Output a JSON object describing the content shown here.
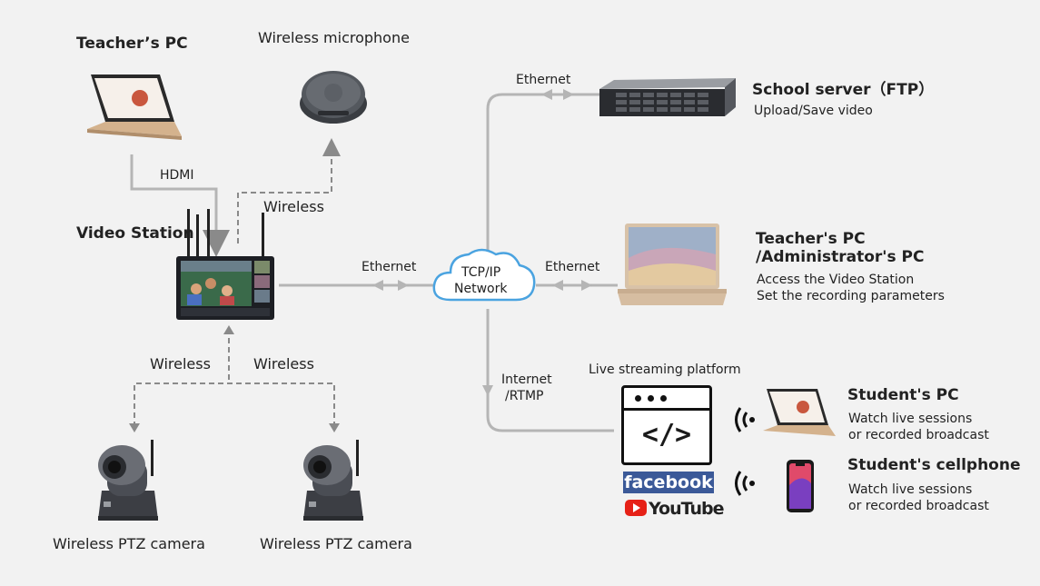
{
  "teacher_pc": {
    "title": "Teacher’s PC"
  },
  "microphone": {
    "title": "Wireless microphone"
  },
  "video_station": {
    "title": "Video Station"
  },
  "links": {
    "hdmi": "HDMI",
    "wireless_mic": "Wireless",
    "ethernet_station": "Ethernet",
    "ethernet_top": "Ethernet",
    "ethernet_admin": "Ethernet",
    "wireless_cam_left": "Wireless",
    "wireless_cam_right": "Wireless",
    "internet_line1": "Internet",
    "internet_line2": "/RTMP"
  },
  "cloud": {
    "line1": "TCP/IP",
    "line2": "Network"
  },
  "school_server": {
    "title": "School server（FTP）",
    "desc": "Upload/Save video"
  },
  "admin_pc": {
    "title_line1": "Teacher's PC",
    "title_line2": "/Administrator's PC",
    "desc_line1": "Access the Video Station",
    "desc_line2": "Set the recording parameters"
  },
  "streaming": {
    "title": "Live streaming platform",
    "code_glyph": "</>",
    "facebook": "facebook",
    "youtube": "YouTube"
  },
  "student_pc": {
    "title": "Student's PC",
    "desc_line1": "Watch live sessions",
    "desc_line2": "or recorded broadcast"
  },
  "student_phone": {
    "title": "Student's cellphone",
    "desc_line1": "Watch live sessions",
    "desc_line2": "or recorded broadcast"
  },
  "cameras": [
    {
      "label": "Wireless PTZ camera"
    },
    {
      "label": "Wireless PTZ camera"
    }
  ],
  "colors": {
    "background": "#f2f2f2",
    "line": "#b3b3b3",
    "dashed": "#888888",
    "cloud_stroke": "#4aa3e0",
    "facebook": "#3b5998",
    "youtube": "#e62117"
  }
}
